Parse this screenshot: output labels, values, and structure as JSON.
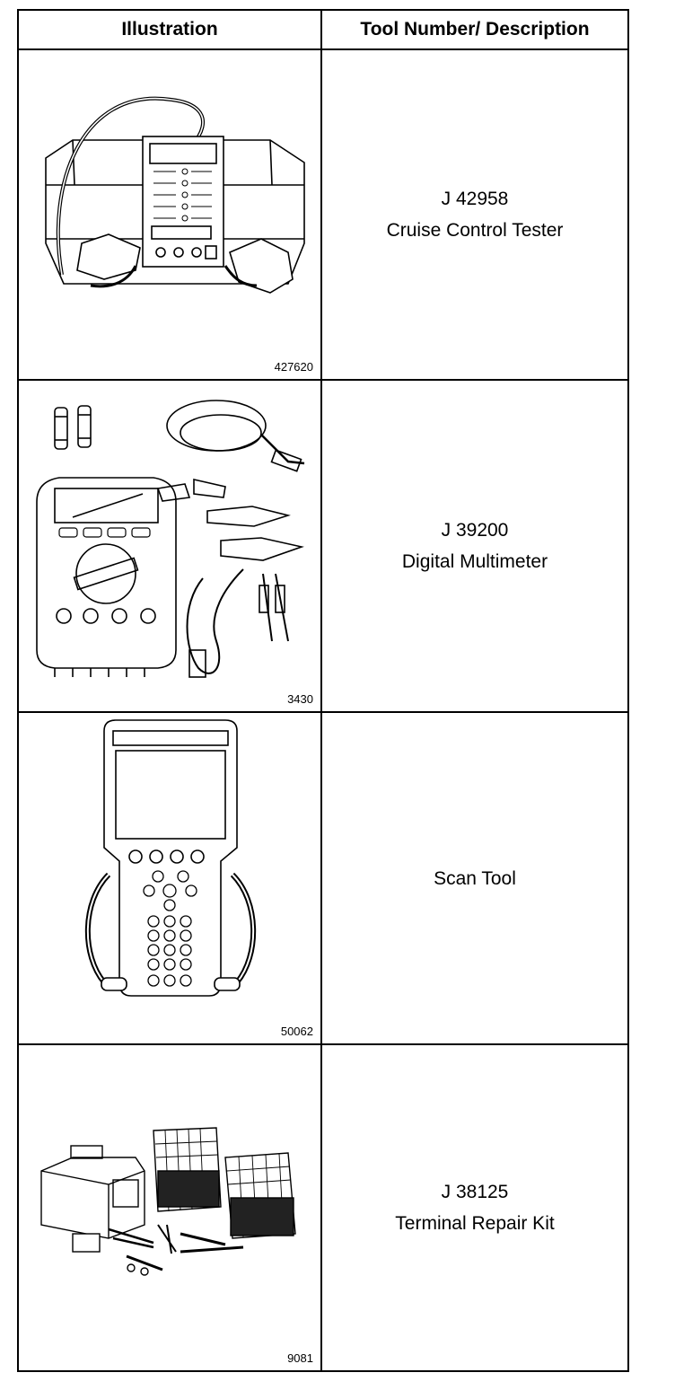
{
  "table": {
    "header": {
      "illustration": "Illustration",
      "description": "Tool Number/ Description"
    },
    "rows": [
      {
        "figure_number": "427620",
        "tool_number": "J 42958",
        "description": "Cruise Control Tester"
      },
      {
        "figure_number": "3430",
        "tool_number": "J 39200",
        "description": "Digital Multimeter"
      },
      {
        "figure_number": "50062",
        "tool_number": "",
        "description": "Scan Tool"
      },
      {
        "figure_number": "9081",
        "tool_number": "J 38125",
        "description": "Terminal Repair Kit"
      }
    ]
  }
}
